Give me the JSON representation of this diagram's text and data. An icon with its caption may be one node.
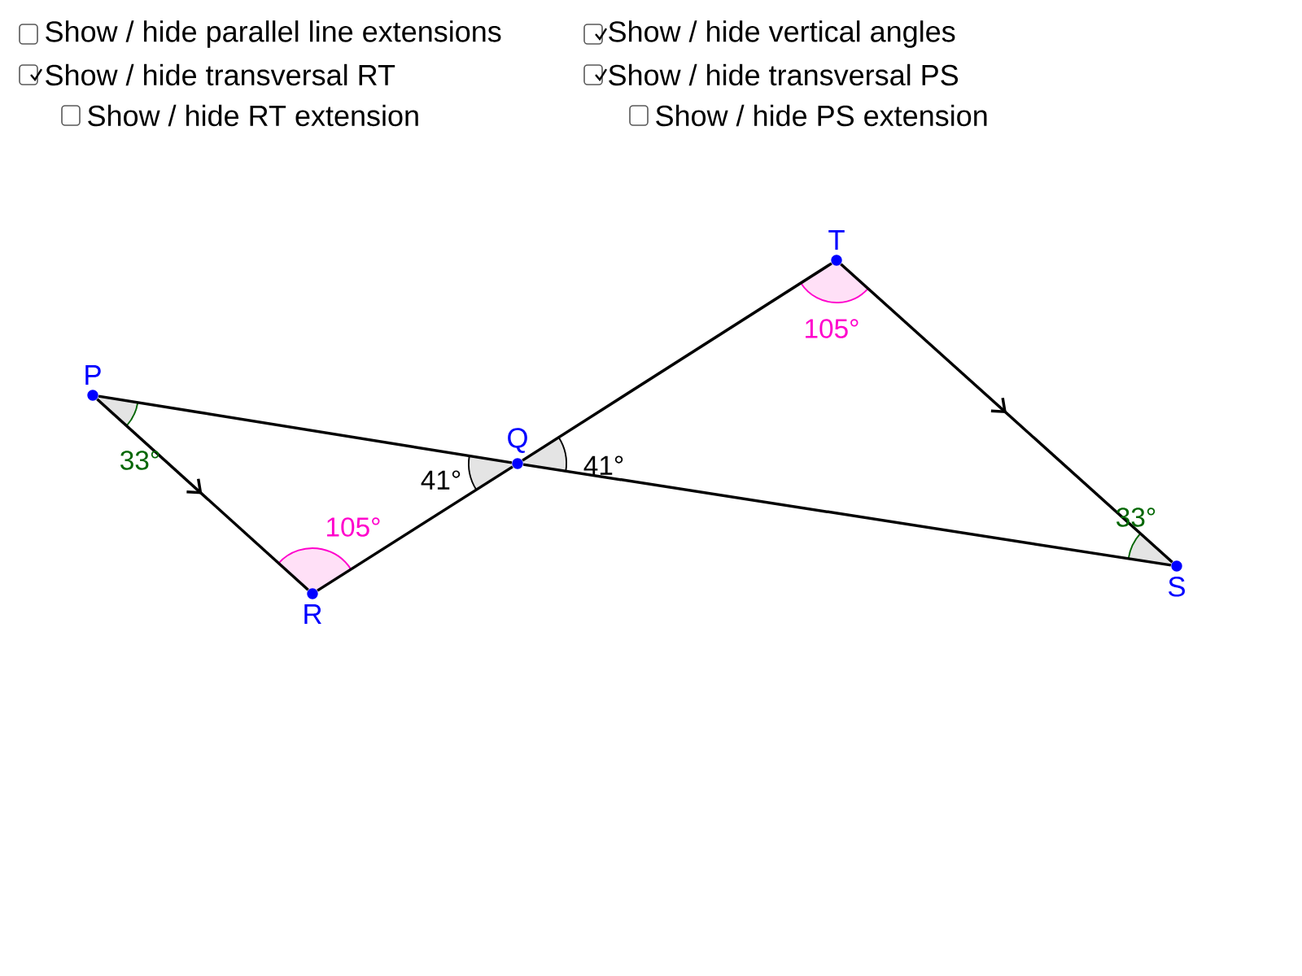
{
  "diagram": {
    "nodes": [
      {
        "text": [
          "P"
        ]
      },
      {
        "text": [
          "Q"
        ]
      },
      {
        "text": [
          "R"
        ]
      },
      {
        "text": [
          "T"
        ]
      },
      {
        "text": [
          "S"
        ]
      }
    ],
    "edges": [
      {
        "from": 0,
        "to": 2,
        "arrow": "to"
      },
      {
        "from": 2,
        "to": 1,
        "arrow": "none"
      },
      {
        "from": 1,
        "to": 3,
        "arrow": "none"
      },
      {
        "from": 3,
        "to": 4,
        "arrow": "to"
      },
      {
        "from": 0,
        "to": 1,
        "arrow": "none"
      },
      {
        "from": 1,
        "to": 4,
        "arrow": "none"
      }
    ],
    "labels": [
      "Show / hide parallel line extensions",
      "Show / hide vertical angles",
      "Show / hide transversal RT",
      "Show / hide transversal PS",
      "Show / hide RT extension",
      "Show / hide PS extension",
      "33°",
      "41°",
      "41°",
      "105°",
      "105°",
      "33°"
    ]
  }
}
